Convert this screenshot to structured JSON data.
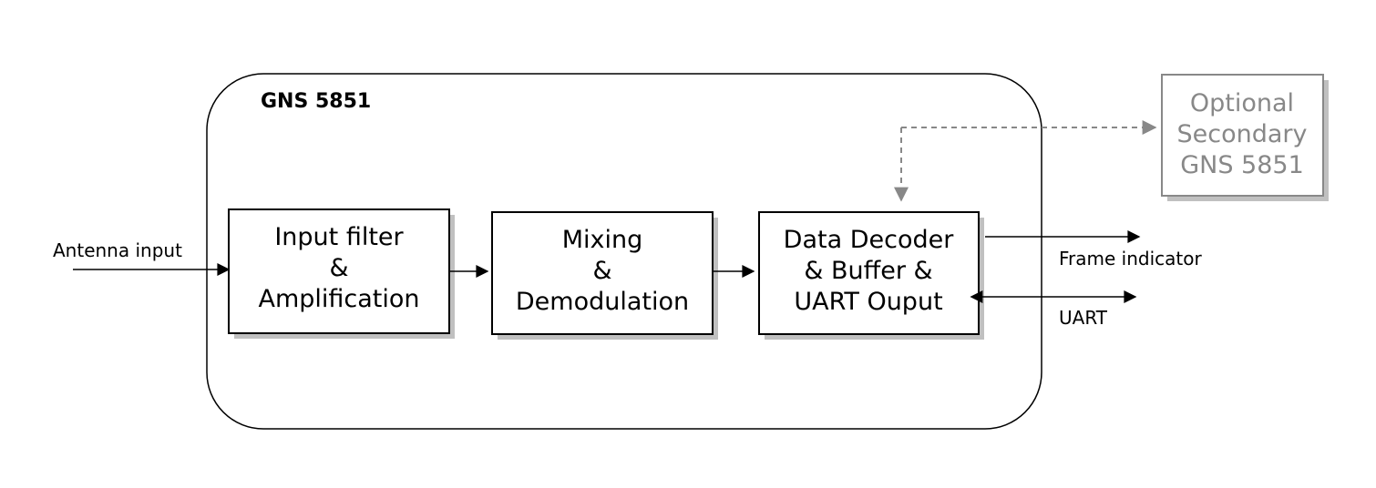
{
  "title": "GNS 5851",
  "external_labels": {
    "antenna": "Antenna input",
    "frame": "Frame indicator",
    "uart": "UART"
  },
  "blocks": [
    {
      "lines": [
        "Input filter",
        "&",
        "Amplification"
      ]
    },
    {
      "lines": [
        "Mixing",
        "&",
        "Demodulation"
      ]
    },
    {
      "lines": [
        "Data Decoder",
        "& Buffer &",
        "UART Ouput"
      ]
    }
  ],
  "optional_block": {
    "lines": [
      "Optional",
      "Secondary",
      "GNS 5851"
    ]
  },
  "colors": {
    "line": "#000000",
    "shadow": "#c0c0c0",
    "optional": "#888888"
  }
}
